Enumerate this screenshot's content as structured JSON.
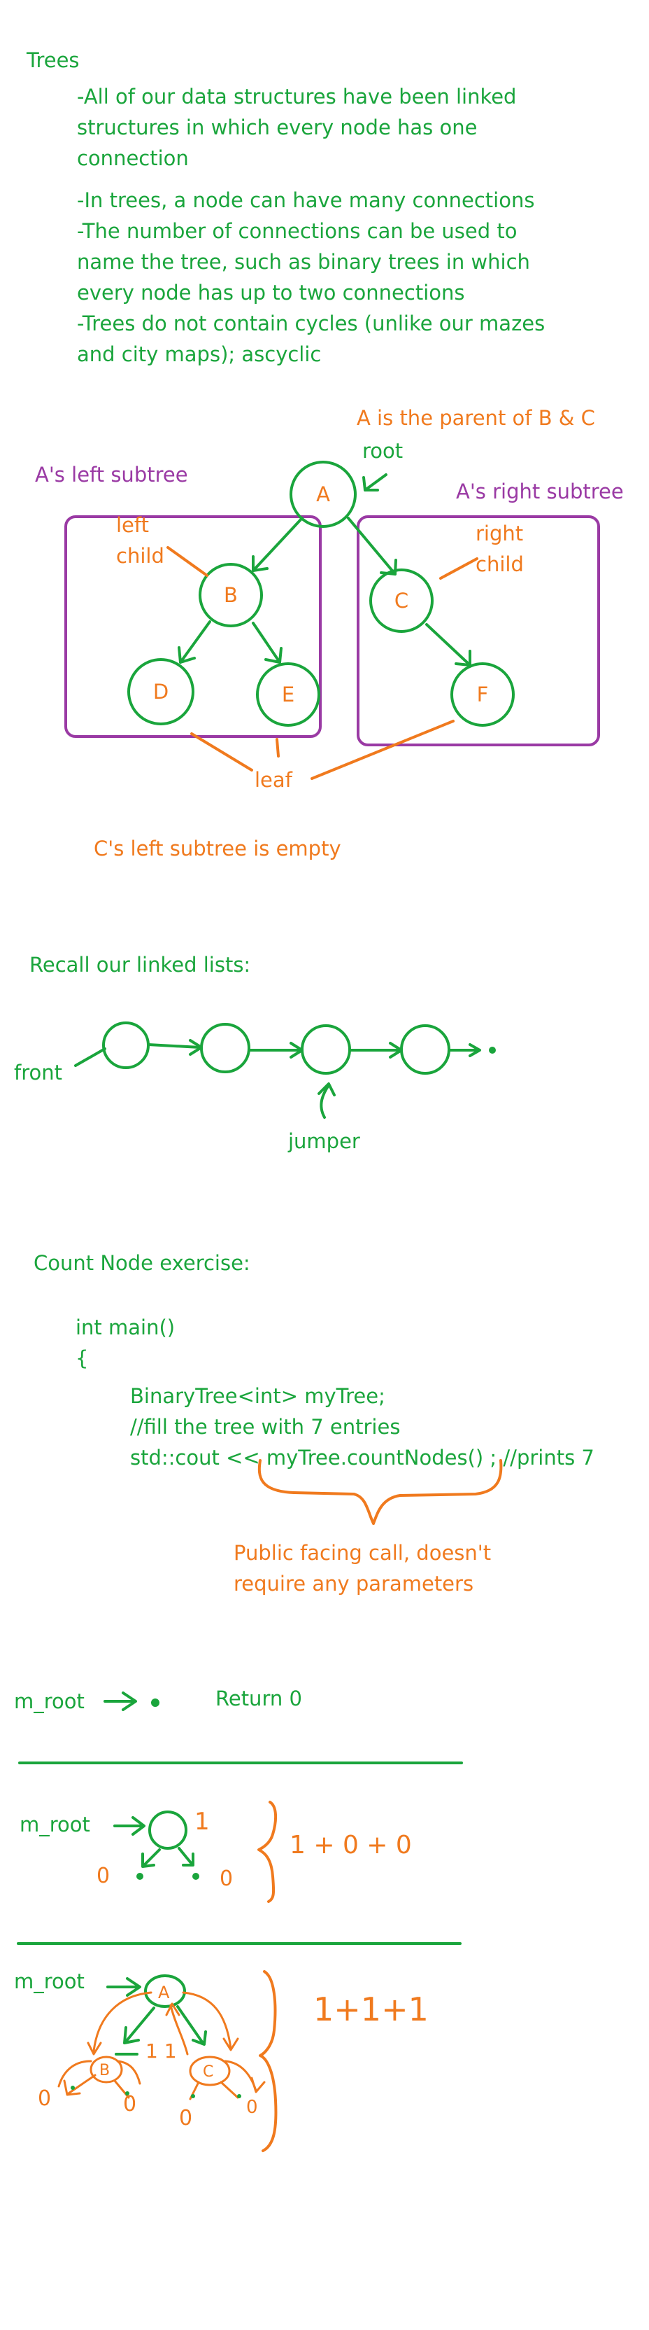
{
  "colors": {
    "green": "#1aa53c",
    "orange": "#f07a1e",
    "purple": "#9a3aa4"
  },
  "title": "Trees",
  "notes": [
    "-All of our data structures have been linked",
    "structures in which every node has one",
    "connection",
    "-In trees, a node can have many connections",
    "-The number of connections can be used to",
    "name the tree, such as binary trees in which",
    "every node has up to two connections",
    "-Trees do not contain cycles (unlike our mazes",
    "and city maps); ascyclic"
  ],
  "tree_diagram": {
    "parent_note": "A is the parent of B & C",
    "root_label": "root",
    "left_subtree_label": "A's left subtree",
    "right_subtree_label": "A's right subtree",
    "left_child_label": [
      "left",
      "child"
    ],
    "right_child_label": [
      "right",
      "child"
    ],
    "leaf_label": "leaf",
    "empty_note": "C's left subtree is empty",
    "nodes": {
      "a": "A",
      "b": "B",
      "c": "C",
      "d": "D",
      "e": "E",
      "f": "F"
    }
  },
  "linked_list": {
    "heading": "Recall our linked lists:",
    "front_label": "front",
    "jumper_label": "jumper"
  },
  "count_exercise": {
    "heading": "Count Node exercise:",
    "code": [
      "int main()",
      "{",
      "BinaryTree<int> myTree;",
      "//fill the tree with 7 entries",
      "std::cout << myTree.countNodes() ; //prints 7"
    ],
    "call_note": [
      "Public facing call, doesn't",
      "require any parameters"
    ]
  },
  "traces": {
    "empty_root": "m_root",
    "return_text": "Return 0",
    "single_root": "m_root",
    "single_count": "1",
    "single_leaves": [
      "0",
      "0"
    ],
    "single_sum": "1 + 0 + 0",
    "three_root": "m_root",
    "three_nodes": [
      "A",
      "B",
      "C"
    ],
    "three_mid": "1  1",
    "three_leaves": [
      "0",
      "0",
      "0",
      "0"
    ],
    "three_sum": "1+1+1"
  }
}
